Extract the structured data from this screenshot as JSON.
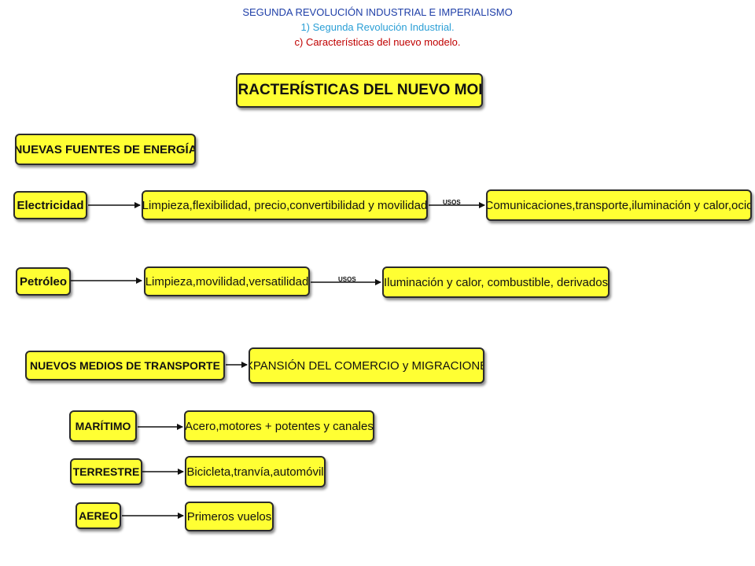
{
  "header": {
    "line1": "SEGUNDA REVOLUCIÓN INDUSTRIAL E IMPERIALISMO",
    "line2": "1) Segunda Revolución Industrial.",
    "line3": "c) Características del nuevo modelo."
  },
  "title": "c) CARACTERÍSTICAS DEL NUEVO MODELO",
  "energia": {
    "heading": "NUEVAS FUENTES DE ENERGÍA",
    "electricidad": {
      "label": "Electricidad",
      "ventajas": "Limpieza,flexibilidad, precio,convertibilidad y movilidad",
      "connector": "USOS",
      "usos": "Comunicaciones,transporte,iluminación y calor,ocio"
    },
    "petroleo": {
      "label": "Petróleo",
      "ventajas": "Limpieza,movilidad,versatilidad",
      "connector": "USOS",
      "usos": "Iluminación y calor, combustible, derivados"
    }
  },
  "transporte": {
    "heading": "NUEVOS MEDIOS DE TRANSPORTE",
    "result": "EXPANSIÓN DEL COMERCIO y MIGRACIONES",
    "items": [
      {
        "label": "MARÍTIMO",
        "desc": "Acero,motores + potentes y canales"
      },
      {
        "label": "TERRESTRE",
        "desc": "Bicicleta,tranvía,automóvil"
      },
      {
        "label": "AEREO",
        "desc": "Primeros vuelos"
      }
    ]
  },
  "colors": {
    "box_fill": "#ffff33",
    "border": "#2b2b2b",
    "header1": "#1f3fa8",
    "header2": "#2a9fd6",
    "header3": "#c00000"
  }
}
